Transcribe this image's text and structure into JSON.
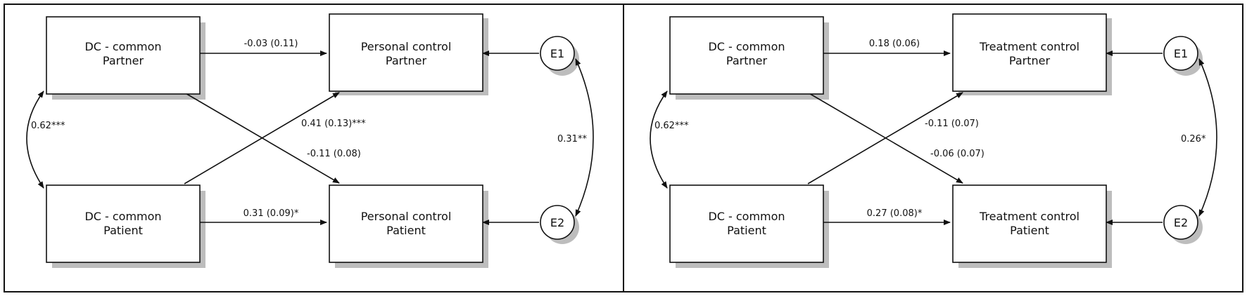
{
  "panels": [
    {
      "nodes": {
        "dc_partner": {
          "line1": "DC - common",
          "line2": "Partner"
        },
        "dc_patient": {
          "line1": "DC - common",
          "line2": "Patient"
        },
        "out_partner": {
          "line1": "Personal control",
          "line2": "Partner"
        },
        "out_patient": {
          "line1": "Personal control",
          "line2": "Patient"
        },
        "e1": "E1",
        "e2": "E2"
      },
      "edges": {
        "partner_to_partner": "-0.03 (0.11)",
        "patient_to_partner": "0.41 (0.13)***",
        "partner_to_patient": "-0.11 (0.08)",
        "patient_to_patient": "0.31 (0.09)*",
        "dc_covariance": "0.62***",
        "error_covariance": "0.31**"
      }
    },
    {
      "nodes": {
        "dc_partner": {
          "line1": "DC - common",
          "line2": "Partner"
        },
        "dc_patient": {
          "line1": "DC - common",
          "line2": "Patient"
        },
        "out_partner": {
          "line1": "Treatment control",
          "line2": "Partner"
        },
        "out_patient": {
          "line1": "Treatment control",
          "line2": "Patient"
        },
        "e1": "E1",
        "e2": "E2"
      },
      "edges": {
        "partner_to_partner": "0.18 (0.06)",
        "patient_to_partner": "-0.11 (0.07)",
        "partner_to_patient": "-0.06 (0.07)",
        "patient_to_patient": "0.27 (0.08)*",
        "dc_covariance": "0.62***",
        "error_covariance": "0.26*"
      }
    }
  ],
  "colors": {
    "stroke": "#111111",
    "shadow": "#bdbdbd",
    "background": "#ffffff"
  }
}
